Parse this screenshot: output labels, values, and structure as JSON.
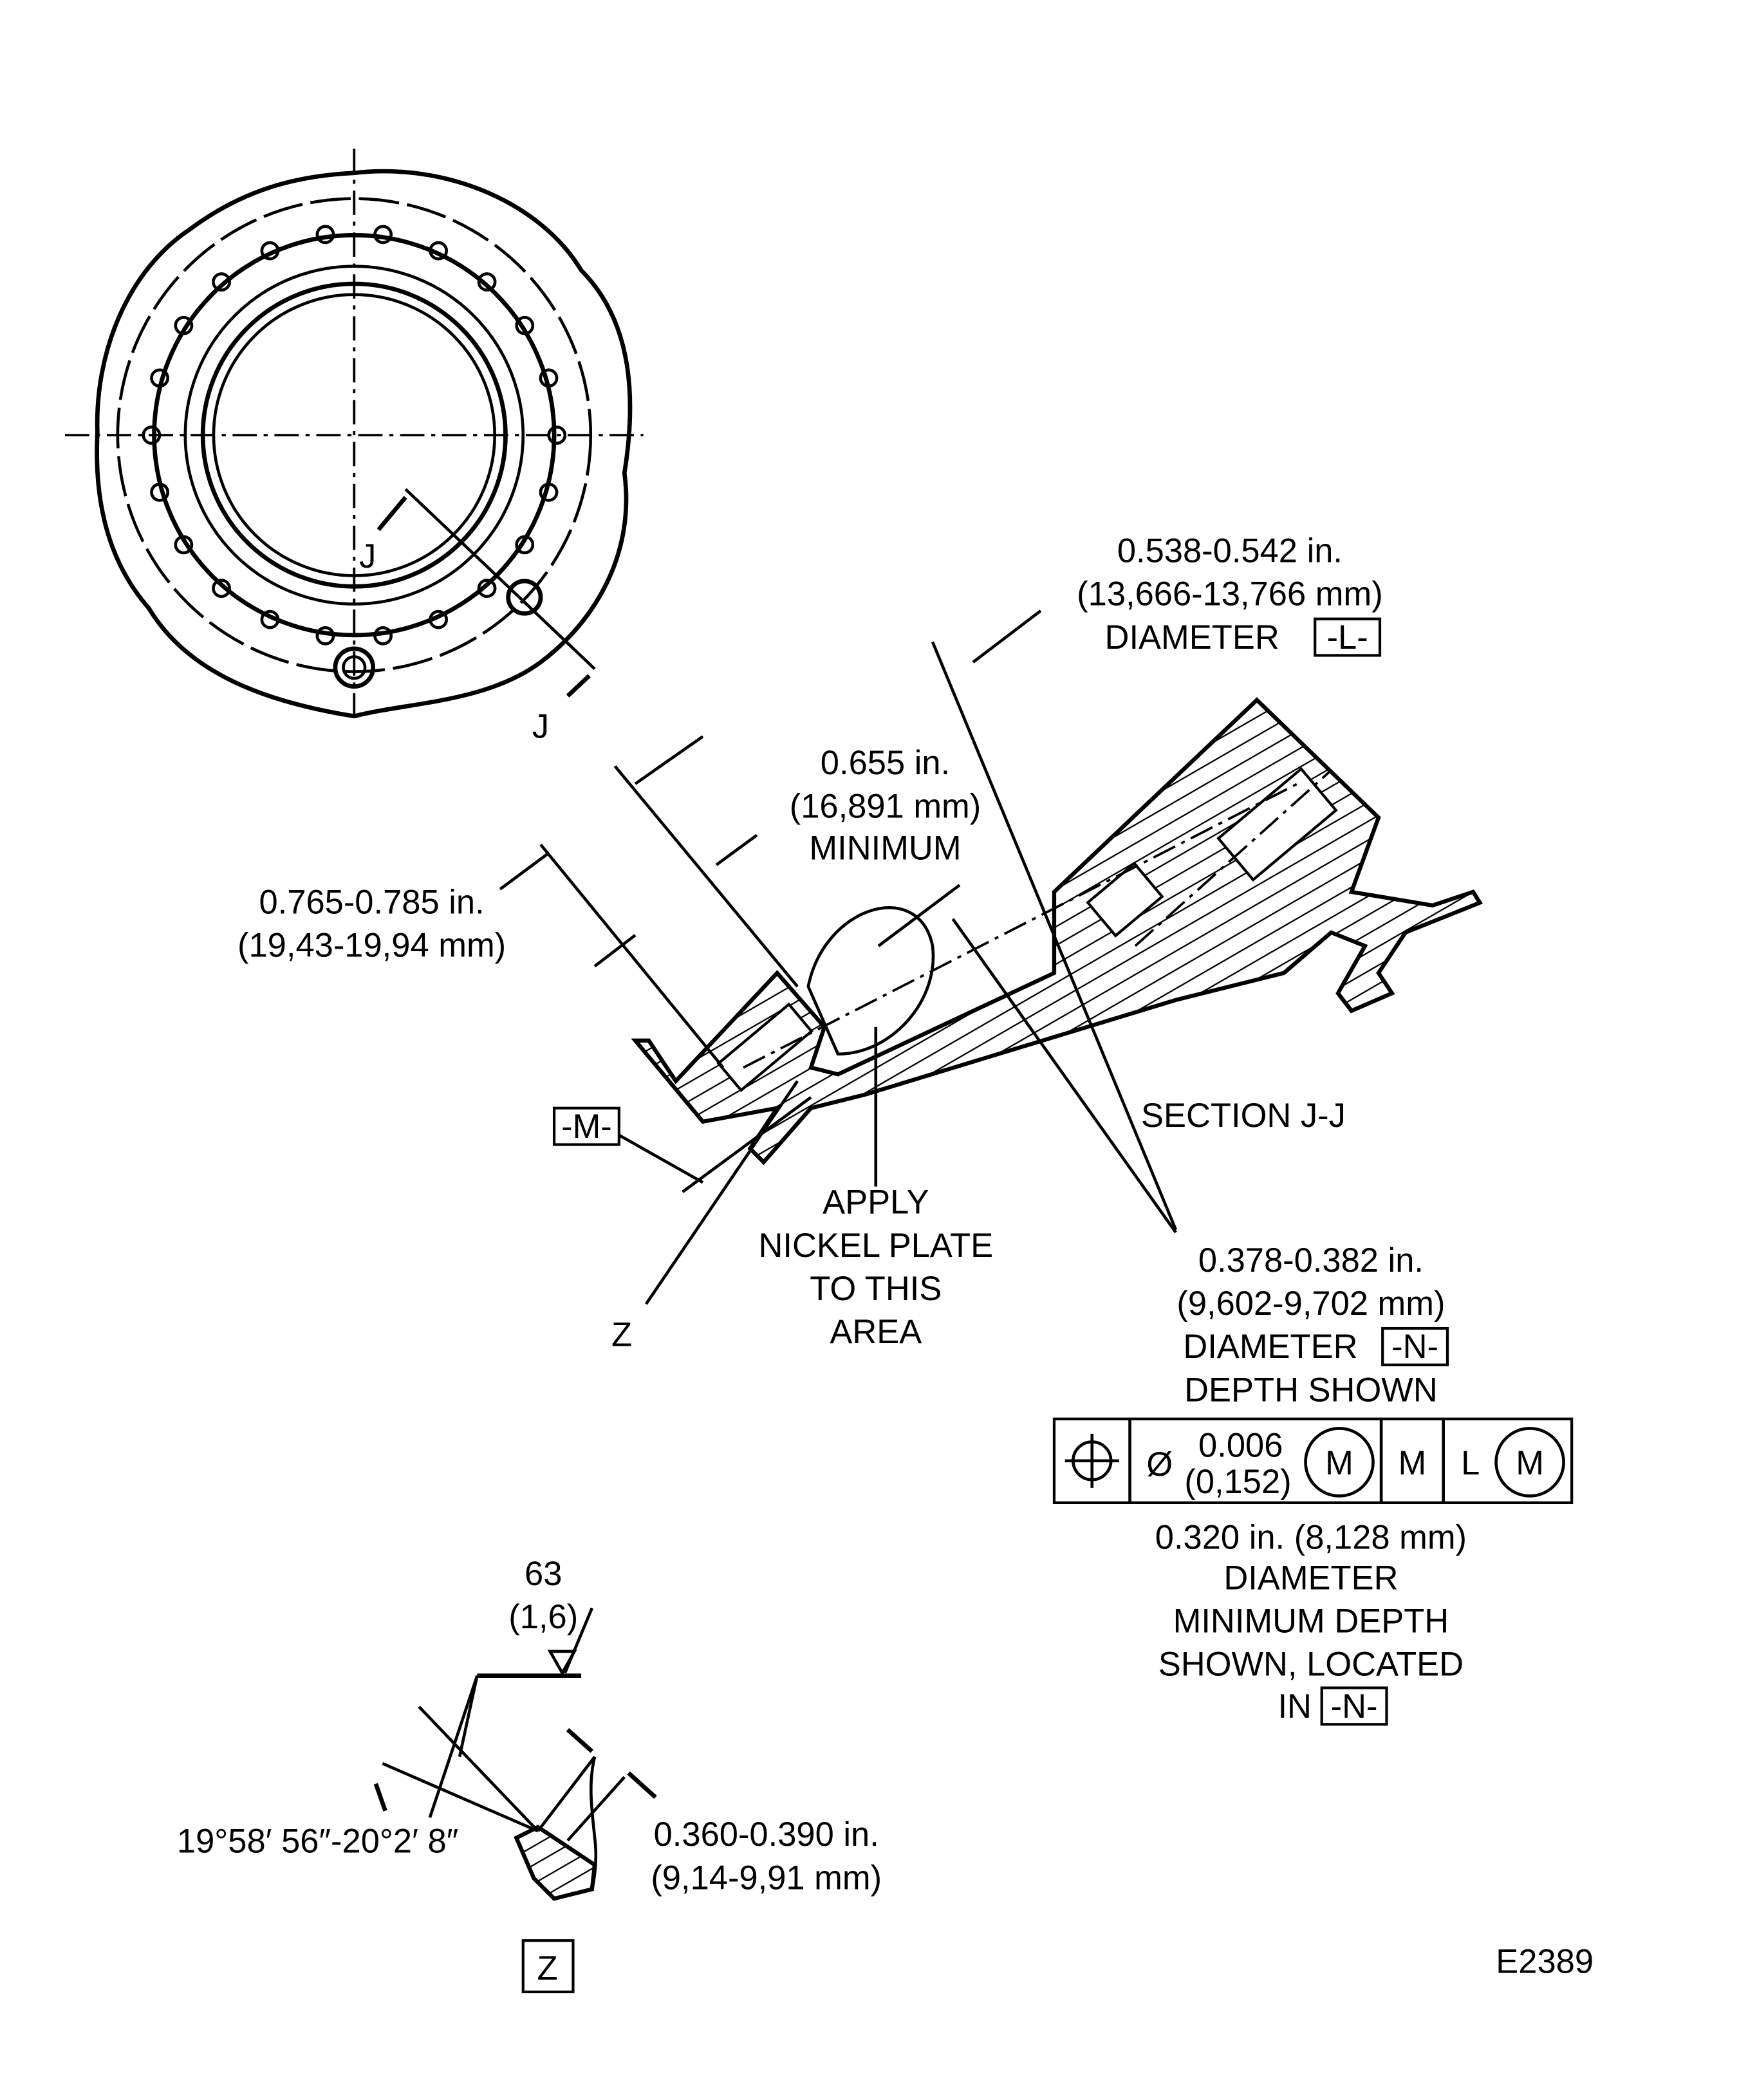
{
  "view_labels": {
    "section_arrow_top": "J",
    "section_arrow_bottom": "J",
    "section_title": "SECTION J-J",
    "detail_label": "Z",
    "detail_box": "Z"
  },
  "dim_L": {
    "line1": "0.538-0.542 in.",
    "line2": "(13,666-13,766 mm)",
    "line3": "DIAMETER",
    "datum": "-L-"
  },
  "dim_0655": {
    "line1": "0.655 in.",
    "line2": "(16,891 mm)",
    "line3": "MINIMUM"
  },
  "dim_0765": {
    "line1": "0.765-0.785 in.",
    "line2": "(19,43-19,94 mm)"
  },
  "datum_M": "-M-",
  "note_nickel": {
    "line1": "APPLY",
    "line2": "NICKEL PLATE",
    "line3": "TO THIS",
    "line4": "AREA"
  },
  "dim_N": {
    "line1": "0.378-0.382 in.",
    "line2": "(9,602-9,702 mm)",
    "line3": "DIAMETER",
    "datum": "-N-",
    "line4": "DEPTH SHOWN"
  },
  "feature_control_frame": {
    "symbol": "position-icon",
    "diameter": "Ø",
    "tol_in": "0.006",
    "tol_mm": "(0,152)",
    "modifier": "M",
    "datum1": "M",
    "datum2": "L",
    "datum2_modifier": "M"
  },
  "dim_0320": {
    "line1": "0.320 in. (8,128 mm)",
    "line2": "DIAMETER",
    "line3": "MINIMUM DEPTH",
    "line4": "SHOWN, LOCATED",
    "line5": "IN",
    "datum": "-N-"
  },
  "surface_finish": {
    "value": "63",
    "metric": "(1,6)"
  },
  "angle": {
    "text": "19°58′ 56″-20°2′ 8″"
  },
  "dim_0360": {
    "line1": "0.360-0.390 in.",
    "line2": "(9,14-9,91 mm)"
  },
  "figure_id": "E2389"
}
